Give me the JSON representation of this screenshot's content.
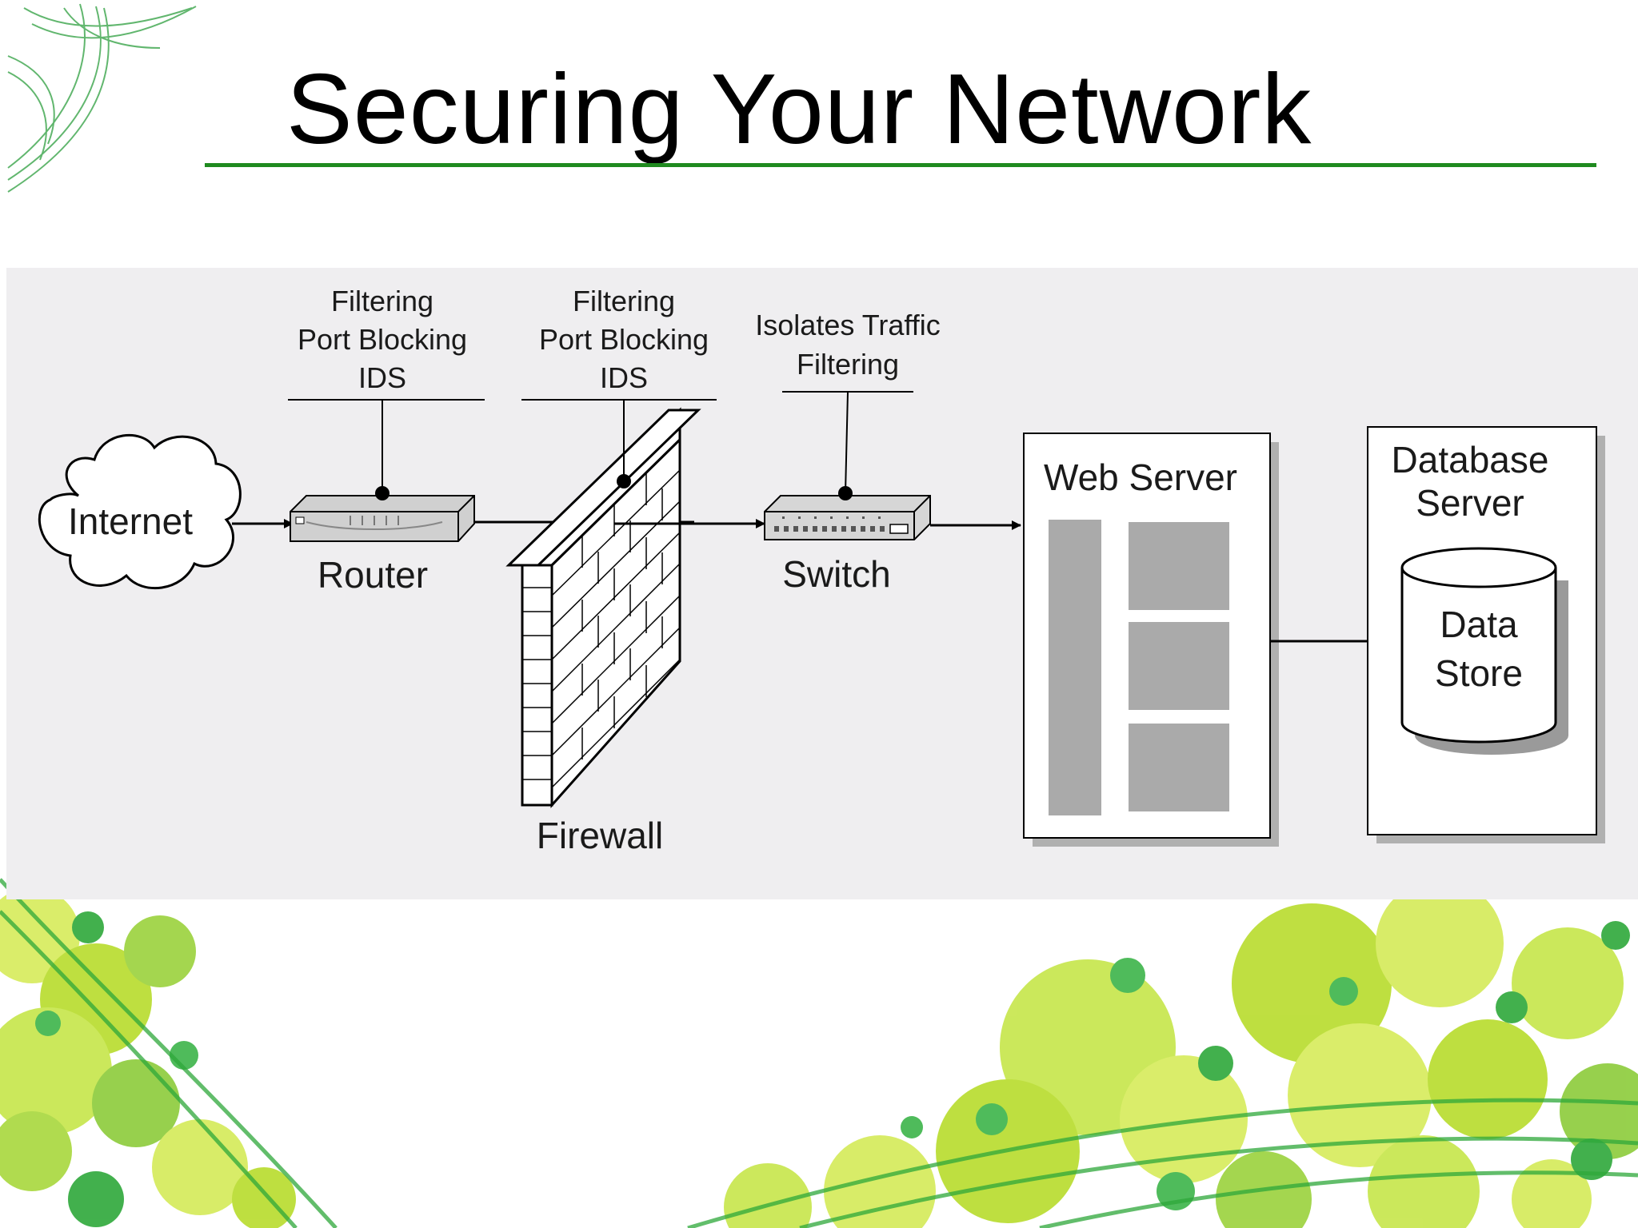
{
  "slide": {
    "title": "Securing Your Network"
  },
  "diagram": {
    "nodes": {
      "internet": "Internet",
      "router": "Router",
      "firewall": "Firewall",
      "switch": "Switch",
      "web_server": "Web Server",
      "database_server_line1": "Database",
      "database_server_line2": "Server",
      "data_store_line1": "Data",
      "data_store_line2": "Store"
    },
    "callouts": {
      "router": [
        "Filtering",
        "Port Blocking",
        "IDS"
      ],
      "firewall": [
        "Filtering",
        "Port Blocking",
        "IDS"
      ],
      "switch": [
        "Isolates Traffic",
        "Filtering"
      ]
    }
  },
  "colors": {
    "title_rule": "#1f8a1f",
    "panel_background": "#efeef0",
    "decoration_greens": [
      "#b8dc2c",
      "#8ccc3a",
      "#d4ea58",
      "#2ea83a"
    ]
  }
}
